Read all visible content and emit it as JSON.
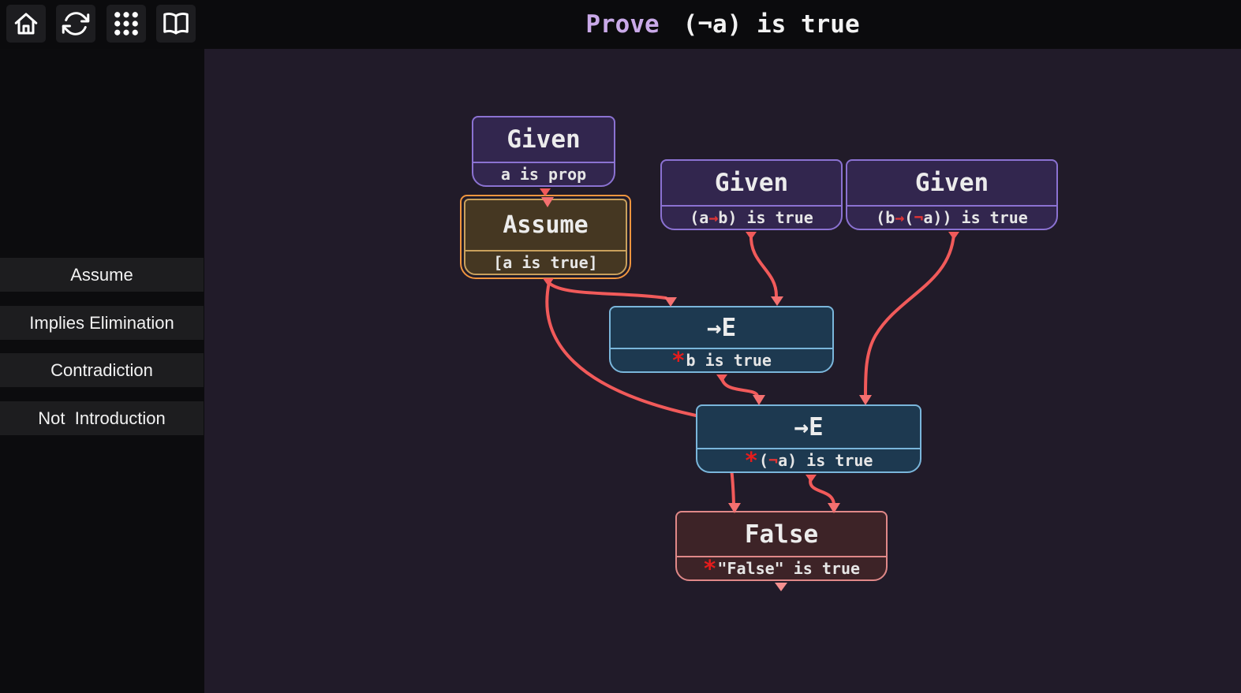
{
  "topbar": {
    "icons": [
      {
        "name": "home"
      },
      {
        "name": "refresh"
      },
      {
        "name": "grid"
      },
      {
        "name": "book"
      }
    ],
    "title_keyword": "Prove",
    "title_goal": "(¬a) is true"
  },
  "sidebar": {
    "items": [
      {
        "label": "Assume"
      },
      {
        "label": "Implies Elimination"
      },
      {
        "label": "Contradiction"
      },
      {
        "label": "Not  Introduction"
      }
    ]
  },
  "nodes": {
    "given_a_prop": {
      "title": "Given",
      "port": [
        {
          "text": "a is prop"
        }
      ]
    },
    "given_a_implies_b": {
      "title": "Given",
      "port": [
        {
          "text": "(a"
        },
        {
          "text": "→",
          "color": "#e03535"
        },
        {
          "text": "b) is true"
        }
      ]
    },
    "given_b_implies_not_a": {
      "title": "Given",
      "port": [
        {
          "text": "(b"
        },
        {
          "text": "→",
          "color": "#e03535"
        },
        {
          "text": "("
        },
        {
          "text": "¬",
          "color": "#e03535"
        },
        {
          "text": "a)) is true"
        }
      ]
    },
    "assume_a": {
      "title": "Assume",
      "port": [
        {
          "text": "[a is true]"
        }
      ]
    },
    "implies_elim_1": {
      "title": "→E",
      "port": [
        {
          "text": "*",
          "color": "#e51c1c",
          "cls": "ast"
        },
        {
          "text": "b is true"
        }
      ]
    },
    "implies_elim_2": {
      "title": "→E",
      "port": [
        {
          "text": "*",
          "color": "#e51c1c",
          "cls": "ast"
        },
        {
          "text": "("
        },
        {
          "text": "¬",
          "color": "#e03535"
        },
        {
          "text": "a) is true"
        }
      ]
    },
    "false_node": {
      "title": "False",
      "port": [
        {
          "text": "*",
          "color": "#e51c1c",
          "cls": "ast"
        },
        {
          "text": "\"False\" is true"
        }
      ]
    }
  },
  "palette": {
    "canvas_bg": "#211b29",
    "topbar_bg": "#0b0b0d",
    "sidebar_item_bg": "#1d1d1f",
    "title_keyword_color": "#c9a9e8",
    "given_border": "#8b72d2",
    "assume_outer_border": "#f0953e",
    "assume_inner_border": "#c9a05c",
    "rule_node_border": "#7ab6db",
    "false_node_border": "#e08888",
    "wire_color": "#f15a5a",
    "connective_color": "#e03535"
  }
}
